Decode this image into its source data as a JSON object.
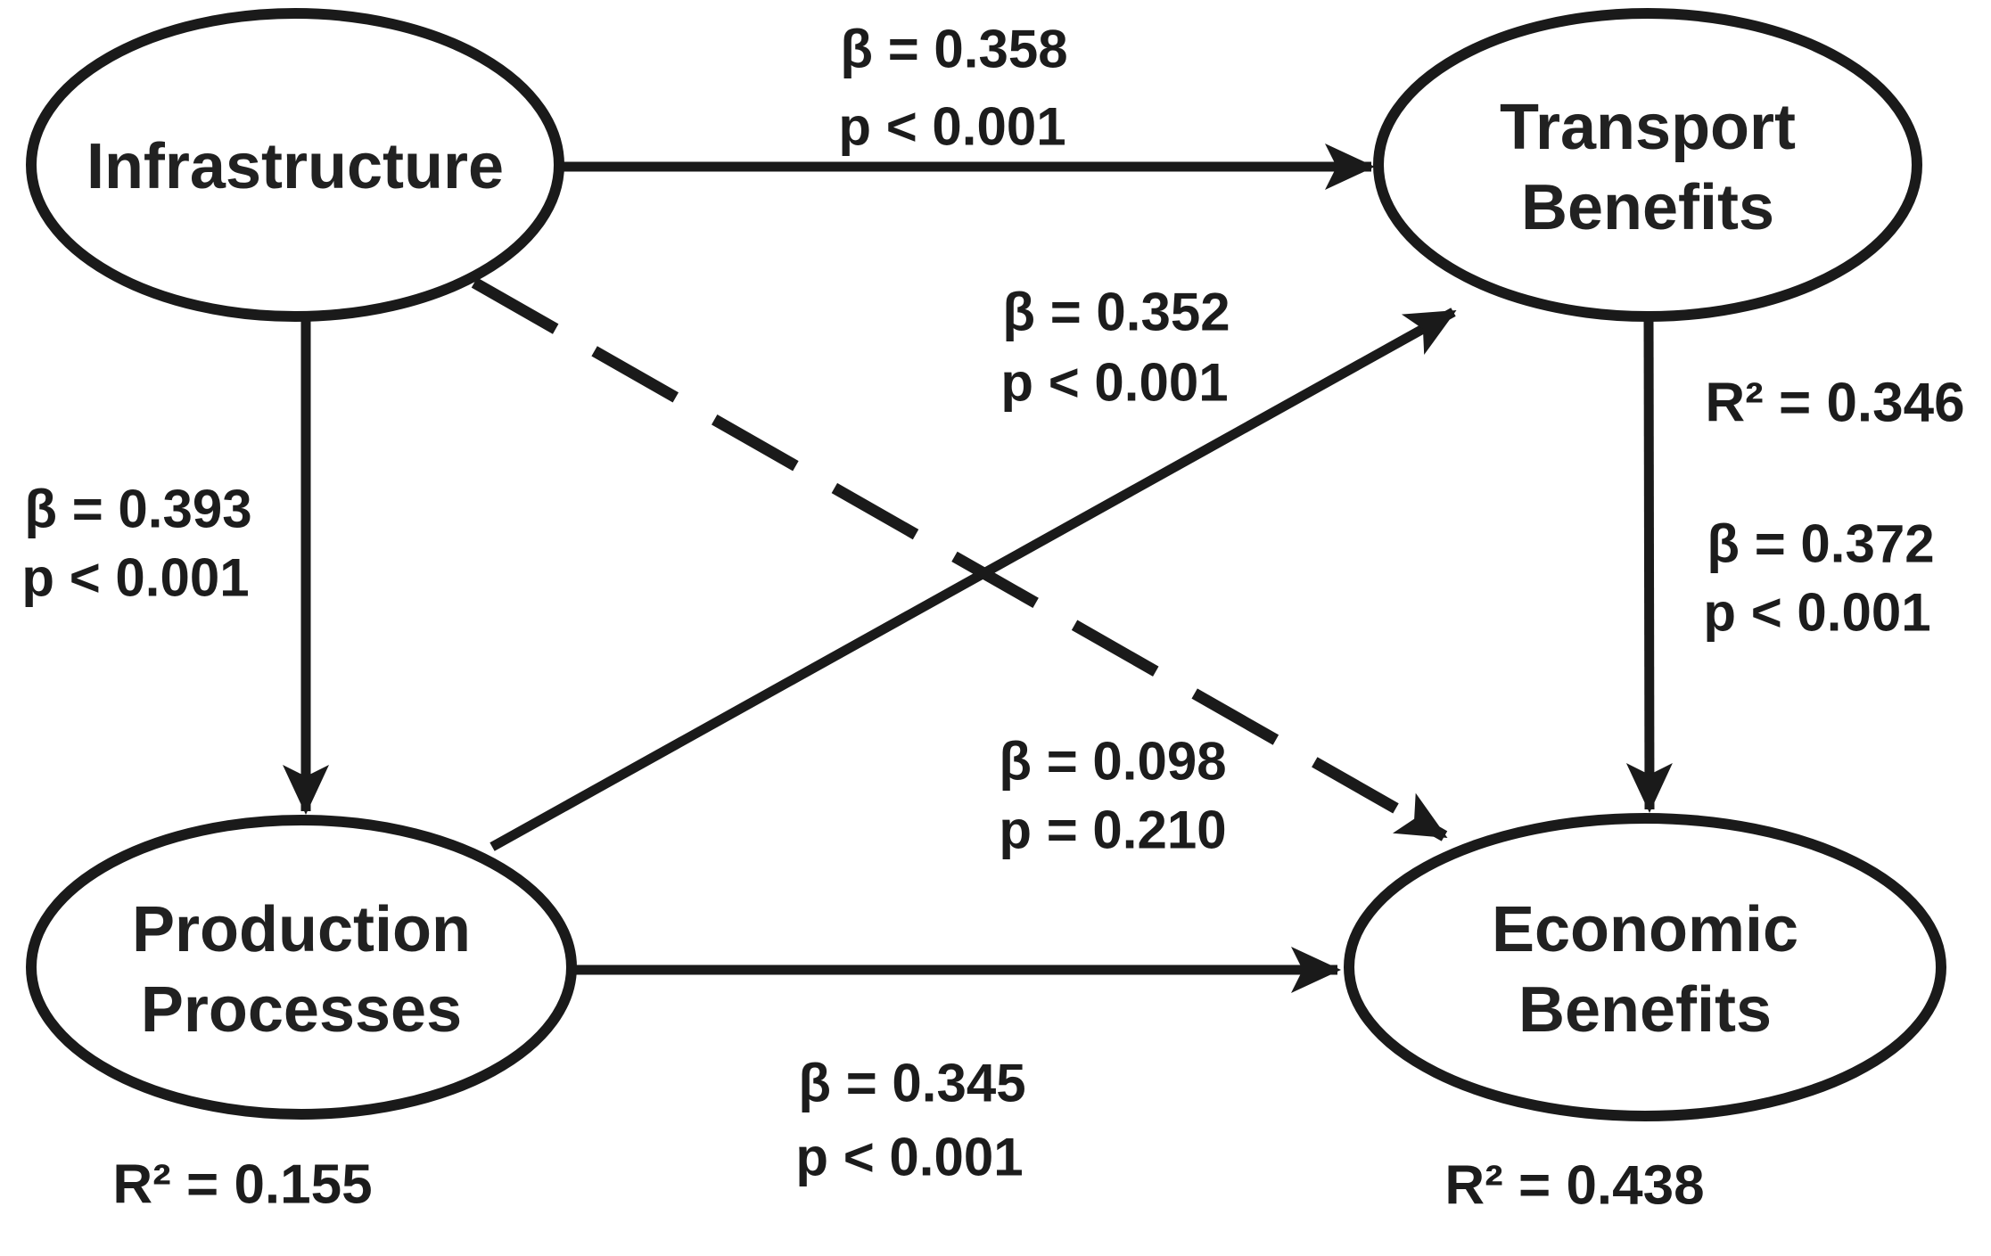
{
  "diagram": {
    "type": "sem-path-model",
    "colors": {
      "line": "#1a1a1a",
      "text": "#212121",
      "background": "#ffffff"
    },
    "nodes": [
      {
        "id": "infrastructure",
        "lines": [
          "Infrastructure"
        ]
      },
      {
        "id": "transport-benefits",
        "lines": [
          "Transport",
          "Benefits"
        ],
        "r2": "R² = 0.346"
      },
      {
        "id": "production-processes",
        "lines": [
          "Production",
          "Processes"
        ],
        "r2": "R² = 0.155"
      },
      {
        "id": "economic-benefits",
        "lines": [
          "Economic",
          "Benefits"
        ],
        "r2": "R² = 0.438"
      }
    ],
    "paths": [
      {
        "from": "Infrastructure",
        "to": "Transport Benefits",
        "style": "solid",
        "beta": "β = 0.358",
        "p": "p < 0.001"
      },
      {
        "from": "Infrastructure",
        "to": "Production Processes",
        "style": "solid",
        "beta": "β = 0.393",
        "p": "p < 0.001"
      },
      {
        "from": "Production Processes",
        "to": "Transport Benefits",
        "style": "solid",
        "beta": "β = 0.352",
        "p": "p < 0.001"
      },
      {
        "from": "Infrastructure",
        "to": "Economic Benefits",
        "style": "dashed",
        "beta": "β = 0.098",
        "p": "p = 0.210"
      },
      {
        "from": "Production Processes",
        "to": "Economic Benefits",
        "style": "solid",
        "beta": "β = 0.345",
        "p": "p < 0.001"
      },
      {
        "from": "Transport Benefits",
        "to": "Economic Benefits",
        "style": "solid",
        "beta": "β = 0.372",
        "p": "p < 0.001"
      }
    ]
  }
}
